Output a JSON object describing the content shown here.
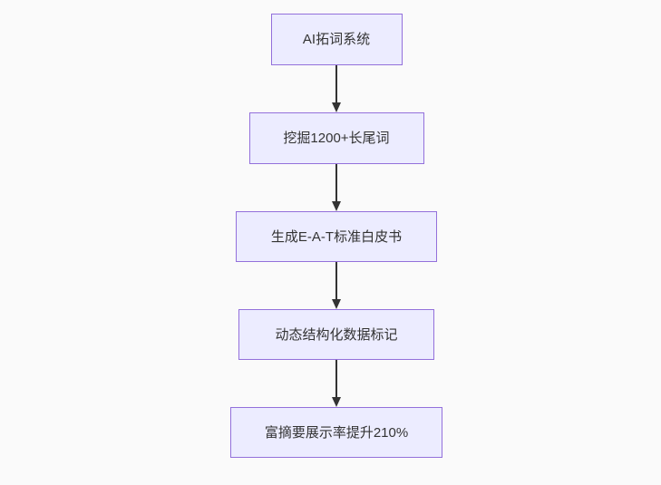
{
  "diagram": {
    "type": "flowchart",
    "direction": "top-down",
    "nodes": [
      {
        "id": "A",
        "label": "AI拓词系统"
      },
      {
        "id": "B",
        "label": "挖掘1200+长尾词"
      },
      {
        "id": "C",
        "label": "生成E-A-T标准白皮书"
      },
      {
        "id": "D",
        "label": "动态结构化数据标记"
      },
      {
        "id": "E",
        "label": "富摘要展示率提升210%"
      }
    ],
    "edges": [
      {
        "from": "A",
        "to": "B",
        "arrow": "down"
      },
      {
        "from": "B",
        "to": "C",
        "arrow": "down"
      },
      {
        "from": "C",
        "to": "D",
        "arrow": "down"
      },
      {
        "from": "D",
        "to": "E",
        "arrow": "down"
      }
    ],
    "colors": {
      "node_fill": "#ECECFF",
      "node_border": "#9370DB",
      "arrow": "#333333",
      "text": "#333333",
      "background": "#fafafa"
    }
  }
}
